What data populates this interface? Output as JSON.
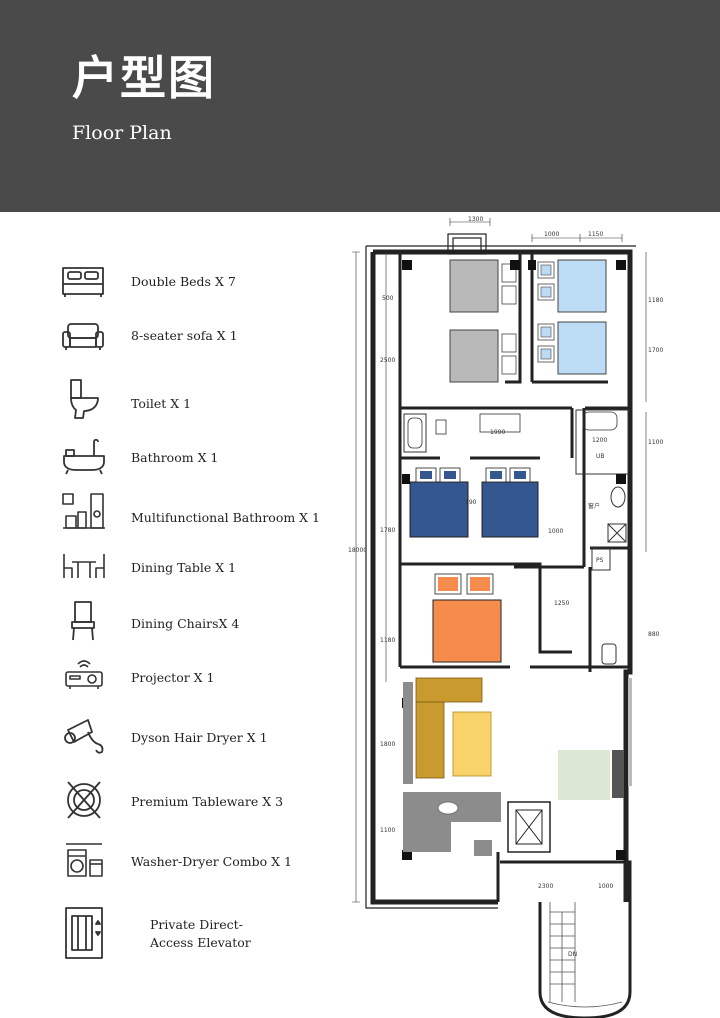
{
  "header": {
    "title_cn": "户型图",
    "title_en": "Floor Plan"
  },
  "amenities": [
    {
      "icon": "double-bed-icon",
      "label": "Double Beds X 7"
    },
    {
      "icon": "sofa-icon",
      "label": "8-seater sofa X 1"
    },
    {
      "icon": "toilet-icon",
      "label": "Toilet X 1"
    },
    {
      "icon": "bathtub-icon",
      "label": "Bathroom X 1"
    },
    {
      "icon": "multifunctional-bathroom-icon",
      "label": "Multifunctional Bathroom X 1"
    },
    {
      "icon": "dining-table-icon",
      "label": "Dining Table X 1"
    },
    {
      "icon": "dining-chair-icon",
      "label": "Dining ChairsX 4"
    },
    {
      "icon": "projector-icon",
      "label": "Projector X  1"
    },
    {
      "icon": "hair-dryer-icon",
      "label": "Dyson Hair Dryer X  1"
    },
    {
      "icon": "tableware-icon",
      "label": "Premium Tableware X 3"
    },
    {
      "icon": "washer-dryer-icon",
      "label": "Washer-Dryer Combo X  1"
    },
    {
      "icon": "elevator-icon",
      "label_line1": "Private Direct-",
      "label_line2": "Access Elevator"
    }
  ],
  "floor_plan": {
    "dimensions": {
      "top_1300": "1300",
      "top_1000": "1000",
      "top_1150": "1150",
      "left_500": "500",
      "left_2500": "2500",
      "left_1780": "1780",
      "left_1180": "1180",
      "left_1800": "1800",
      "left_1100": "1100",
      "left_total": "18000",
      "mid_1990": "1990",
      "mid_1000": "1000",
      "mid_1250": "1250",
      "bottom_2300": "2300",
      "bottom_1000": "1000",
      "right_1180": "1180",
      "right_1700": "1700",
      "right_1100": "1100",
      "right_880": "880",
      "tub_1200": "1200",
      "bed_190": "190"
    },
    "labels": {
      "ub": "UB",
      "ps": "PS",
      "dn": "DN",
      "window_label": "窗户"
    },
    "colors": {
      "grey_bed": "#b9b9b9",
      "light_blue_bed": "#bcdcf5",
      "navy_bed": "#34578f",
      "orange_bed": "#f58c4c",
      "sofa_mustard": "#c99a2e",
      "yellow_table": "#f8d36a",
      "light_green": "#dbe8d3",
      "dark_grey": "#8c8c8c"
    }
  }
}
